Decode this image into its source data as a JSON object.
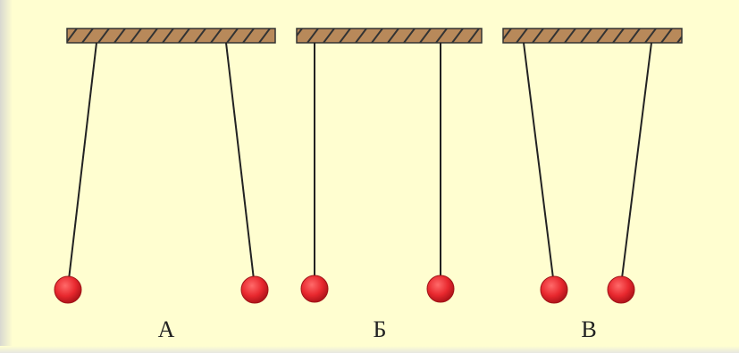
{
  "colors": {
    "background": "#fffed0",
    "ceiling_fill": "#b8895a",
    "ceiling_stroke": "#333333",
    "string": "#222222",
    "ball": "#e8282e",
    "ball_outline": "#a01418"
  },
  "setups": [
    {
      "id": "A",
      "label": "А",
      "arrangement": "diverging"
    },
    {
      "id": "B",
      "label": "Б",
      "arrangement": "parallel"
    },
    {
      "id": "C",
      "label": "В",
      "arrangement": "converging"
    }
  ]
}
